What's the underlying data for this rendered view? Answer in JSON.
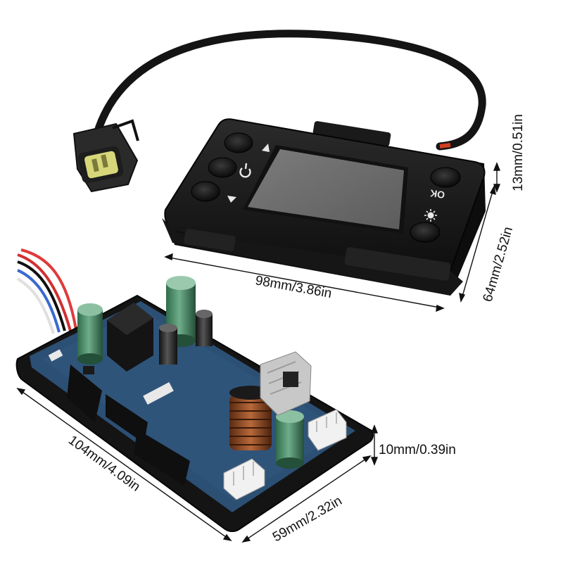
{
  "controller": {
    "ok_label": "OK",
    "up_icon": "triangle-up-icon",
    "down_icon": "triangle-down-icon",
    "power_icon": "power-icon",
    "brightness_icon": "sun-icon"
  },
  "dimensions": {
    "controller_width": "98mm/3.86in",
    "controller_height": "64mm/2.52in",
    "controller_depth": "13mm/0.51in",
    "board_length": "104mm/4.09in",
    "board_width": "59mm/2.32in",
    "board_depth": "10mm/0.39in"
  },
  "colors": {
    "case_black": "#1b1b1b",
    "screen": "#6f6f6f",
    "pcb_blue": "#2c4f74",
    "connector_yellow": "#d7d77a",
    "capacitor_green": "#3f7a5a",
    "coil_copper": "#8a4a22"
  }
}
